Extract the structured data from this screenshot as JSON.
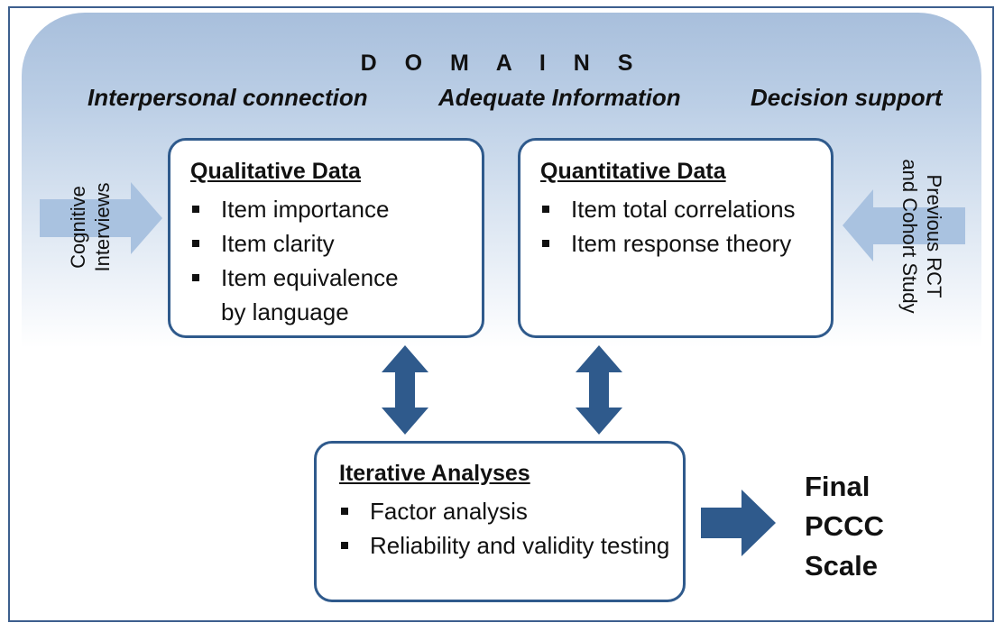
{
  "title": "D O M A I N S",
  "domains": [
    "Interpersonal connection",
    "Adequate Information",
    "Decision support"
  ],
  "inputs": {
    "left": [
      "Cognitive",
      "Interviews"
    ],
    "right": [
      "Previous RCT",
      "and Cohort Study"
    ]
  },
  "boxes": {
    "qualitative": {
      "title": "Qualitative Data",
      "items": [
        "Item importance",
        "Item clarity",
        "Item equivalence by language"
      ]
    },
    "quantitative": {
      "title": "Quantitative Data",
      "items": [
        "Item total correlations",
        "Item response theory"
      ]
    },
    "iterative": {
      "title": "Iterative Analyses",
      "items": [
        "Factor analysis",
        "Reliability and validity testing"
      ]
    }
  },
  "final": [
    "Final",
    "PCCC",
    "Scale"
  ],
  "colors": {
    "border": "#2f5a8c",
    "arrow_dark": "#2f5a8c",
    "arrow_light": "#a9c2e0",
    "band_top": "#a8bfdc"
  }
}
